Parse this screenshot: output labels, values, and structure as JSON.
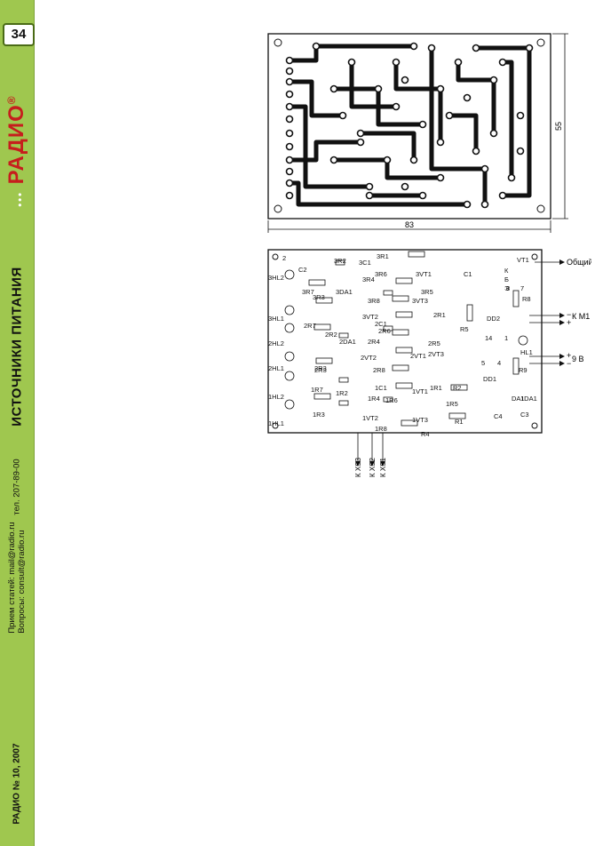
{
  "sidebar": {
    "page_number": "34",
    "magazine_logo": "РАДИО",
    "registered_mark": "®",
    "section_title": "ИСТОЧНИКИ ПИТАНИЯ",
    "phone": "тел. 207-89-00",
    "contacts_line1": "Прием статей: mail@radio.ru",
    "contacts_line2": "Вопросы: consult@radio.ru",
    "issue": "РАДИО № 10, 2007"
  },
  "pcb": {
    "dim_width": "83",
    "dim_height": "55"
  },
  "layout": {
    "output_common": "Общий",
    "out_km1": "К М1",
    "out_9v": "9 В",
    "plus": "+",
    "minus": "−",
    "connectors": [
      "К XS3",
      "К XS2",
      "К XS1"
    ],
    "labels": [
      "2",
      "3R1",
      "3R2",
      "3C1",
      "C2",
      "3HL2",
      "3R7",
      "3R3",
      "3DA1",
      "3R4",
      "3R6",
      "3VT1",
      "3R5",
      "3VT3",
      "3R8",
      "C1",
      "VT1",
      "К",
      "Б",
      "Э",
      "R8",
      "8",
      "7",
      "3HL1",
      "2R7",
      "2R2",
      "2C1",
      "2R6",
      "2R1",
      "R5",
      "DD2",
      "14",
      "1",
      "2HL2",
      "2DA1",
      "2R4",
      "2R5",
      "2VT1",
      "2VT3",
      "2R8",
      "2VT2",
      "HL1",
      "5",
      "4",
      "R9",
      "2HL1",
      "2R3",
      "1C1",
      "1R1",
      "R2",
      "DD1",
      "1R4",
      "1VT1",
      "1HL2",
      "1R7",
      "1R2",
      "1R6",
      "1R5",
      "C4",
      "C3",
      "1DA1",
      "1R3",
      "1VT3",
      "R1",
      "1HL1",
      "1R8",
      "R4",
      "1VT2",
      "3VT2",
      "2R3",
      "DA1"
    ]
  }
}
